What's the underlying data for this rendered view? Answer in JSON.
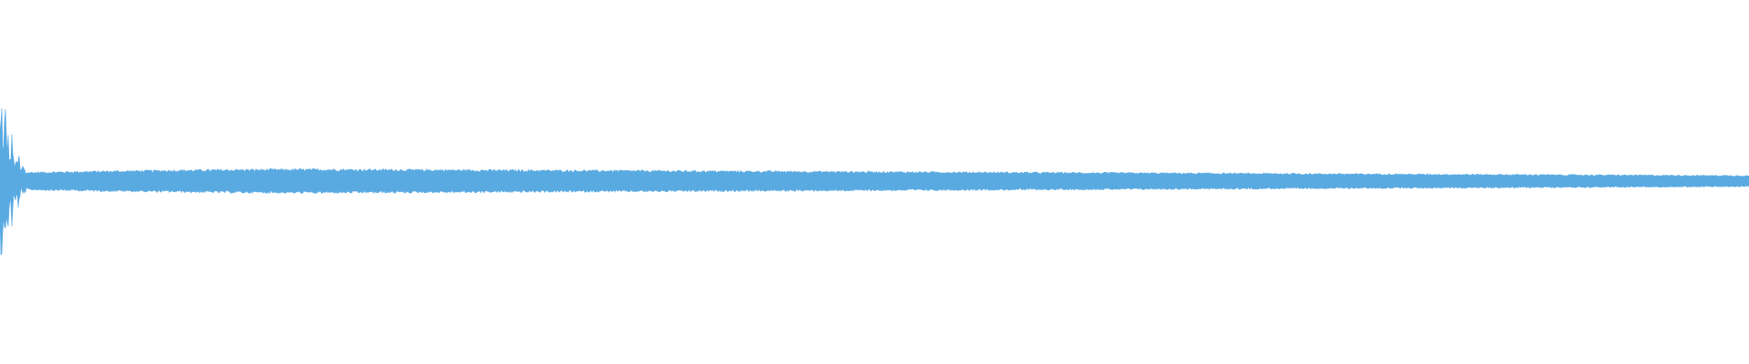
{
  "waveform": {
    "color": "#5aaae2",
    "background": "#ffffff",
    "attack_peak_amplitude": 1.0,
    "sustain_amplitude": 0.11,
    "body_peak_amplitude": 0.15,
    "tail_amplitude": 0.07
  }
}
